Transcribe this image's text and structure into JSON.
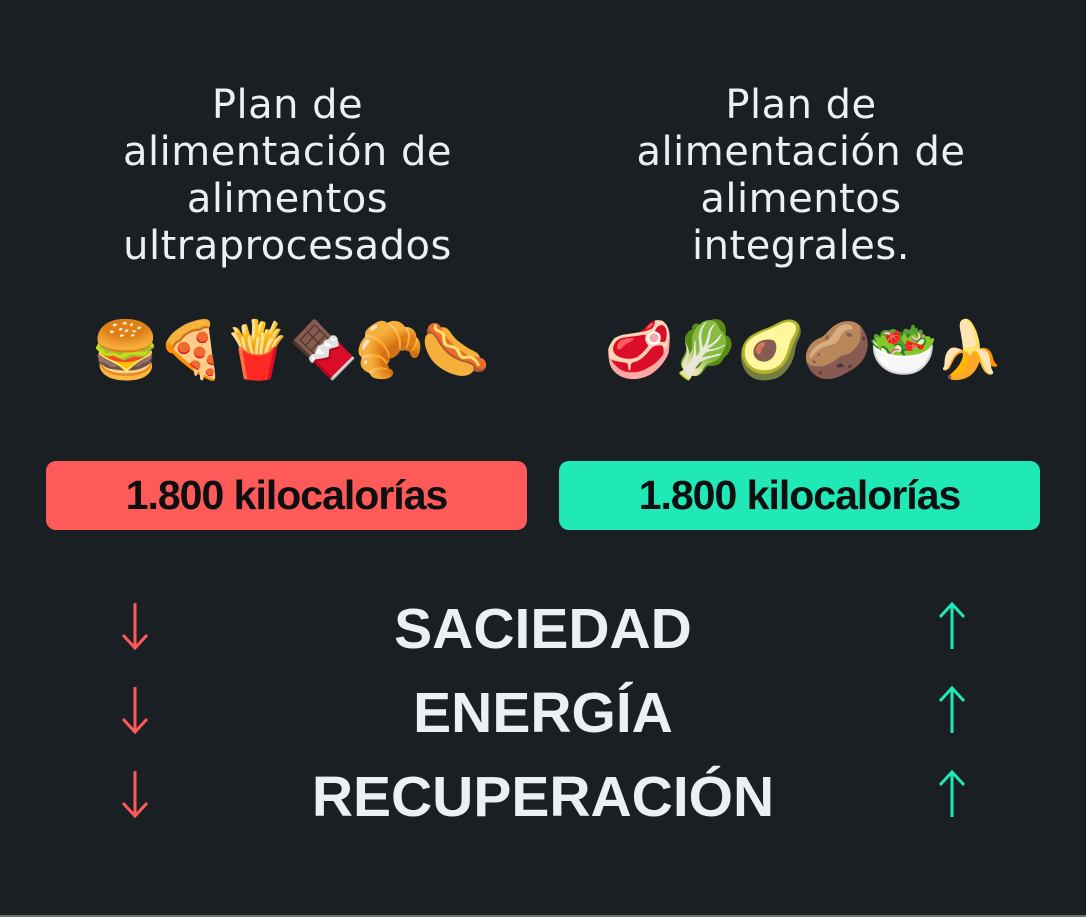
{
  "colors": {
    "background": "#191f22",
    "text": "#edf0f2",
    "negative": "#ff5a5a",
    "positive": "#20e8b7",
    "badge_text": "#0d0f10"
  },
  "left_plan": {
    "title_lines": [
      "Plan de",
      "alimentación de",
      "alimentos",
      "ultraprocesados"
    ],
    "emojis": [
      {
        "name": "hamburger-icon",
        "glyph": "🍔"
      },
      {
        "name": "pizza-icon",
        "glyph": "🍕"
      },
      {
        "name": "french-fries-icon",
        "glyph": "🍟"
      },
      {
        "name": "chocolate-bar-icon",
        "glyph": "🍫"
      },
      {
        "name": "croissant-icon",
        "glyph": "🥐"
      },
      {
        "name": "hot-dog-icon",
        "glyph": "🌭"
      }
    ],
    "calories": "1.800 kilocalorías"
  },
  "right_plan": {
    "title_lines": [
      "Plan de",
      "alimentación de",
      "alimentos",
      "integrales."
    ],
    "emojis": [
      {
        "name": "steak-icon",
        "glyph": "🥩"
      },
      {
        "name": "leafy-green-icon",
        "glyph": "🥬"
      },
      {
        "name": "avocado-icon",
        "glyph": "🥑"
      },
      {
        "name": "potato-icon",
        "glyph": "🥔"
      },
      {
        "name": "salad-icon",
        "glyph": "🥗"
      },
      {
        "name": "banana-icon",
        "glyph": "🍌"
      }
    ],
    "calories": "1.800 kilocalorías"
  },
  "metrics": [
    {
      "label": "SACIEDAD",
      "left_arrow": "down",
      "right_arrow": "up"
    },
    {
      "label": "ENERGÍA",
      "left_arrow": "down",
      "right_arrow": "up"
    },
    {
      "label": "RECUPERACIÓN",
      "left_arrow": "down",
      "right_arrow": "up"
    }
  ]
}
